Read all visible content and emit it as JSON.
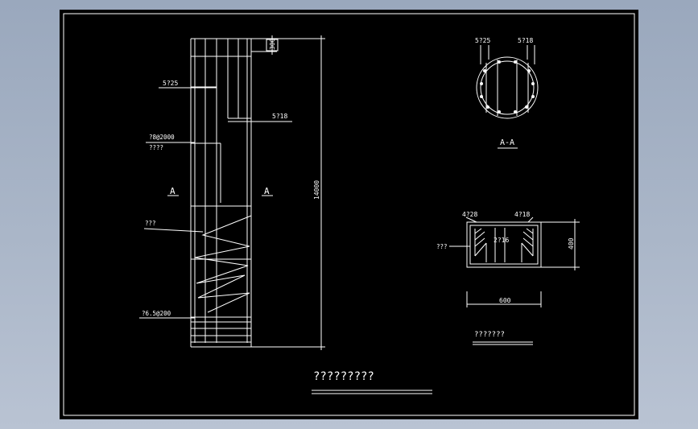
{
  "drawing": {
    "main_title": "?????????",
    "pile_elevation": {
      "label_top_bars": "5?25",
      "label_mid_bars": "5?18",
      "label_stirrup": "?8@2000",
      "label_stirrup_note": "????",
      "label_spiral": "???",
      "label_bottom_stirrup": "?6.5@200",
      "dim_top": "300",
      "dim_total": "14000",
      "section_mark_left": "A",
      "section_mark_right": "A"
    },
    "section_aa": {
      "label_left": "5?25",
      "label_right": "5?18",
      "title": "A-A"
    },
    "rect_section": {
      "label_top_left": "4?28",
      "label_top_right": "4?18",
      "label_center": "2?16",
      "label_side": "???",
      "dim_width": "600",
      "dim_height": "400",
      "title": "???????"
    }
  }
}
